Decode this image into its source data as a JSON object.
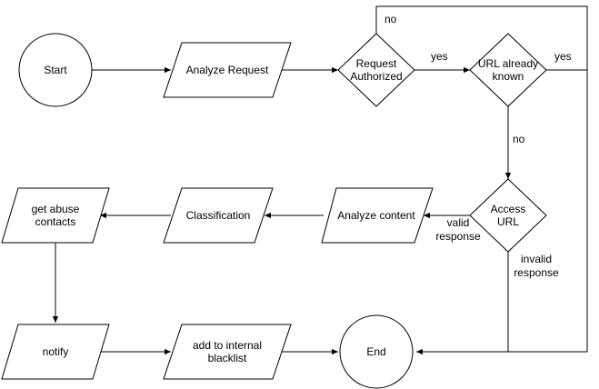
{
  "nodes": {
    "start": "Start",
    "analyze_request": "Analyze Request",
    "request_authorized": [
      "Request",
      "Authorized"
    ],
    "url_known": [
      "URL already",
      "known"
    ],
    "access_url": [
      "Access",
      "URL"
    ],
    "analyze_content": "Analyze content",
    "classification": "Classification",
    "get_abuse_contacts": [
      "get abuse",
      "contacts"
    ],
    "notify": "notify",
    "add_blacklist": [
      "add to internal",
      "blacklist"
    ],
    "end": "End"
  },
  "edge_labels": {
    "auth_no": "no",
    "auth_yes": "yes",
    "known_yes": "yes",
    "known_no": "no",
    "valid_response": [
      "valid",
      "response"
    ],
    "invalid_response": [
      "invalid",
      "response"
    ]
  }
}
